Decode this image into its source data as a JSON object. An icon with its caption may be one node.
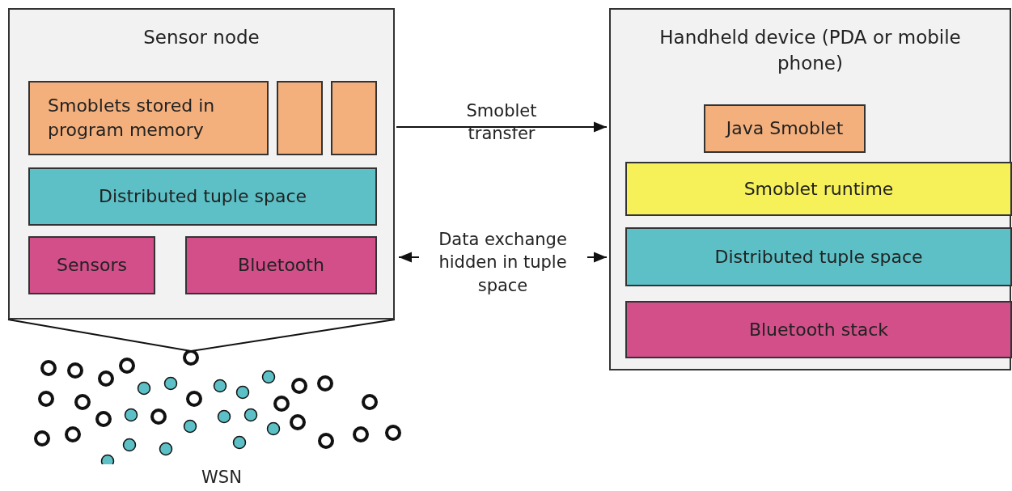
{
  "diagram": {
    "nodes": [
      {
        "text": [
          "Sensor node"
        ]
      },
      {
        "text": [
          "Smoblets stored in program memory"
        ],
        "in": 0
      },
      {
        "text": [],
        "shape": "box",
        "in": 0
      },
      {
        "text": [],
        "shape": "box",
        "in": 0
      },
      {
        "text": [
          "Distributed tuple space"
        ],
        "in": 0
      },
      {
        "text": [
          "Sensors"
        ],
        "in": 0
      },
      {
        "text": [
          "Bluetooth"
        ],
        "in": 0
      },
      {
        "text": [
          "Handheld device (PDA or mobile phone)"
        ]
      },
      {
        "text": [
          "Java Smoblet"
        ],
        "in": 7
      },
      {
        "text": [
          "Smoblet runtime"
        ],
        "in": 7
      },
      {
        "text": [
          "Distributed tuple space"
        ],
        "in": 7
      },
      {
        "text": [
          "Bluetooth stack"
        ],
        "in": 7
      },
      {
        "text": [],
        "shape": "picture",
        "beside": [
          "WSN"
        ]
      }
    ],
    "edges": [
      {
        "from": 0,
        "to": 7,
        "arrow": "to",
        "label": "Smoblet transfer"
      },
      {
        "from": 0,
        "to": 7,
        "arrow": "both",
        "label": "Data exchange hidden in tuple space"
      },
      {
        "from": 0,
        "to": 12,
        "arrow": "none"
      }
    ]
  }
}
